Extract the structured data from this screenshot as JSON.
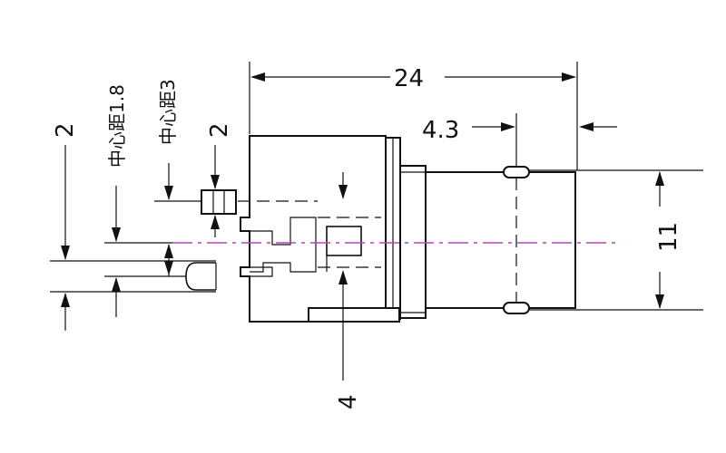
{
  "dimensions": {
    "overall_length": "24",
    "flange_offset": "4.3",
    "tip_pin_spacing": "2",
    "bnc_diameter": "11",
    "mount_offset": "4",
    "left_pin_spacing": "2"
  },
  "notes": {
    "center_dist_1": "中心距1.8",
    "center_dist_2": "中心距3"
  },
  "colors": {
    "line": "#111111",
    "centerline": "#c23fc2"
  }
}
